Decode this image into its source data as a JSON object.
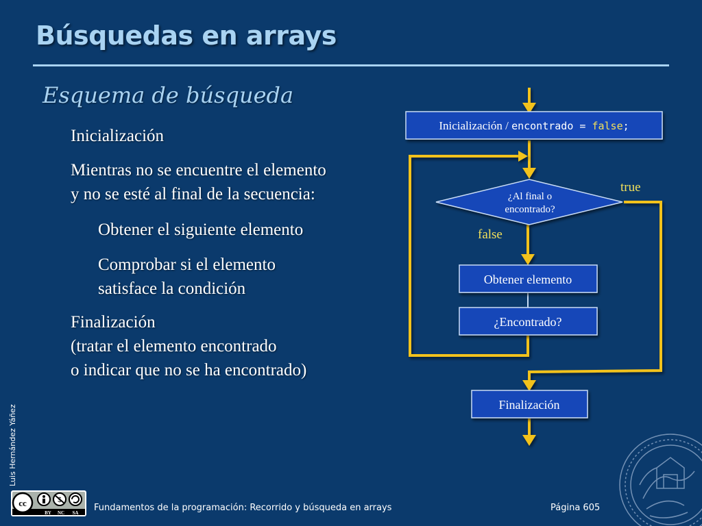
{
  "slide": {
    "title": "Búsquedas en arrays",
    "subtitle": "Esquema de búsqueda",
    "bullets": {
      "init": "Inicialización",
      "while_1": "Mientras no se encuentre el elemento",
      "while_2": "y no se esté al final de la secuencia:",
      "get_next": "Obtener el siguiente elemento",
      "check_1": "Comprobar si el elemento",
      "check_2": "satisface la condición",
      "final_1": "Finalización",
      "final_2": "(tratar el elemento encontrado",
      "final_3": "o indicar que no se ha encontrado)"
    }
  },
  "flowchart": {
    "init_box": {
      "text": "Inicialización / ",
      "code_var": "encontrado = ",
      "code_val": "false",
      "code_end": ";"
    },
    "decision": {
      "line1": "¿Al final o",
      "line2": "encontrado?"
    },
    "label_true": "true",
    "label_false": "false",
    "get_box": "Obtener elemento",
    "found_box": "¿Encontrado?",
    "final_box": "Finalización"
  },
  "footer": {
    "author": "Luis Hernández Yáñez",
    "course": "Fundamentos de la programación: Recorrido y búsqueda en arrays",
    "page": "Página 605",
    "license": {
      "cc": "cc",
      "by": "BY",
      "nc": "NC",
      "sa": "SA"
    }
  },
  "colors": {
    "background": "#0b3a6c",
    "title": "#a9d3f2",
    "box_fill": "#1347b8",
    "box_border": "#c9dcf5",
    "arrow": "#f2c21b",
    "code_keyword": "#f2e05a"
  }
}
